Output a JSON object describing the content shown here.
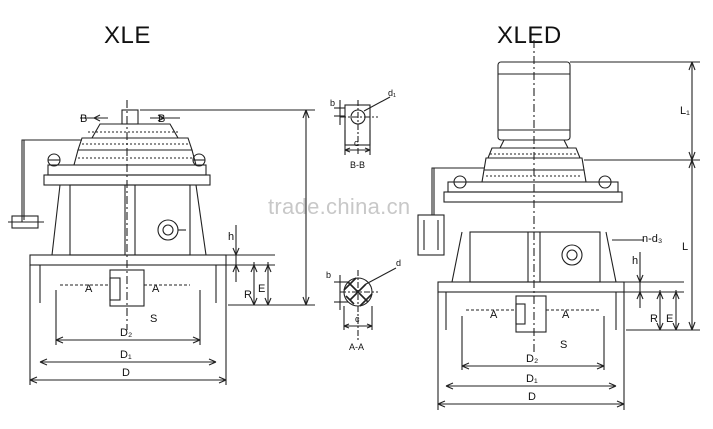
{
  "titles": {
    "left": "XLE",
    "right": "XLED"
  },
  "watermark": "trade.china.cn",
  "labels": {
    "B_left": "B",
    "B_right": "B",
    "section_BB": "B-B",
    "section_AA": "A-A",
    "b": "b",
    "c": "c",
    "d": "d",
    "d1": "d₁",
    "h": "h",
    "R": "R",
    "E": "E",
    "A": "A",
    "S": "S",
    "D": "D",
    "D1": "D₁",
    "D2": "D₂",
    "L": "L",
    "L1": "L₁",
    "n_d3": "n-d₃"
  },
  "colors": {
    "line": "#222222",
    "watermark": "#c8c8c8",
    "background": "#ffffff"
  }
}
